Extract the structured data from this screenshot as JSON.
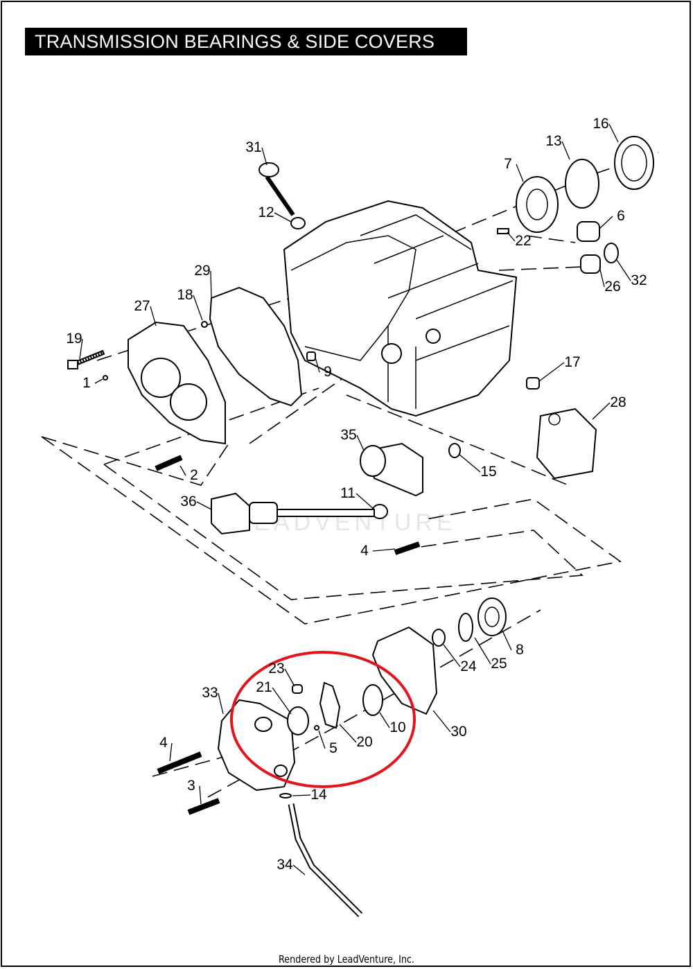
{
  "title": "TRANSMISSION BEARINGS & SIDE COVERS",
  "footer": "Rendered by LeadVenture, Inc.",
  "watermark": "LEADVENTURE",
  "highlight_color": "#e3141b",
  "callouts": [
    "31",
    "12",
    "29",
    "27",
    "18",
    "19",
    "1",
    "9",
    "7",
    "13",
    "16",
    "6",
    "22",
    "32",
    "26",
    "17",
    "28",
    "35",
    "15",
    "2",
    "36",
    "11",
    "4",
    "8",
    "24",
    "25",
    "23",
    "21",
    "33",
    "10",
    "20",
    "5",
    "30",
    "4",
    "3",
    "14",
    "34"
  ]
}
